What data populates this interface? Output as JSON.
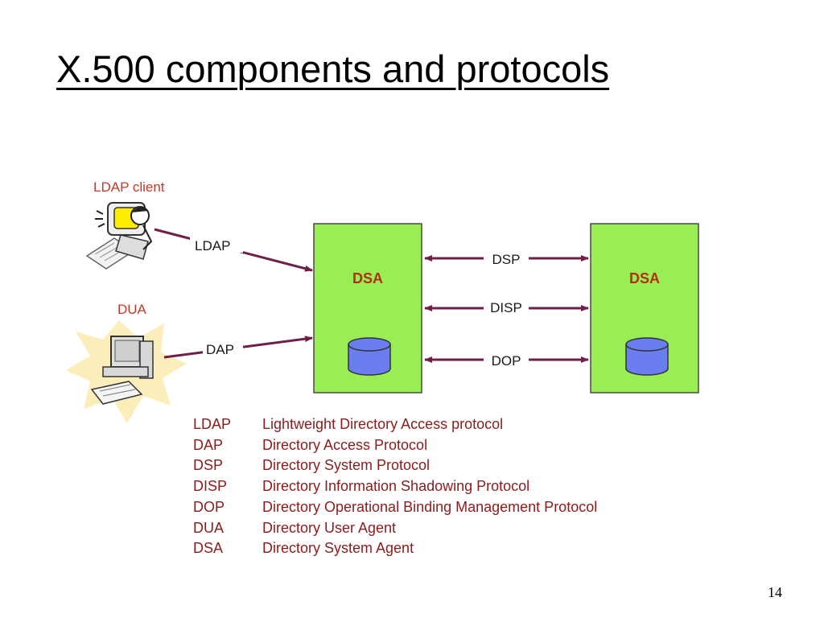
{
  "title": "X.500 components and protocols",
  "page_number": "14",
  "colors": {
    "dsa_fill": "#99ee55",
    "db_fill": "#6a7ef0",
    "arrow": "#6e1f47",
    "label_text": "#c0392b",
    "glossary_text": "#8b1c1c",
    "dua_starburst": "#fbeebb"
  },
  "diagram": {
    "ldap_client_label": "LDAP client",
    "dua_label": "DUA",
    "ldap_arrow_label": "LDAP",
    "dap_arrow_label": "DAP",
    "dsa_left_label": "DSA",
    "dsa_right_label": "DSA",
    "dsp_label": "DSP",
    "disp_label": "DISP",
    "dop_label": "DOP",
    "icons": {
      "client": "computer-user-icon",
      "dua": "computer-icon",
      "database": "database-icon"
    }
  },
  "glossary": [
    {
      "abbr": "LDAP",
      "text": "Lightweight Directory Access protocol"
    },
    {
      "abbr": "DAP",
      "text": "Directory  Access Protocol"
    },
    {
      "abbr": "DSP",
      "text": "Directory  System Protocol"
    },
    {
      "abbr": "DISP",
      "text": "Directory Information  Shadowing Protocol"
    },
    {
      "abbr": "DOP",
      "text": "Directory Operational Binding Management Protocol"
    },
    {
      "abbr": "DUA",
      "text": "Directory User Agent"
    },
    {
      "abbr": "DSA",
      "text": "Directory  System Agent"
    }
  ]
}
